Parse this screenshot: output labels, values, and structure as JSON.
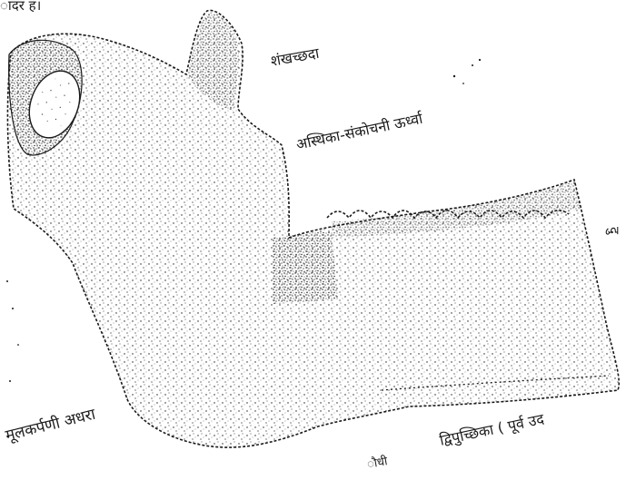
{
  "labels": {
    "top_fragment": "ादर ह।",
    "temporalis": "शंखच्छदा",
    "masseter_upper": "अस्थिका-संकोचनी ऊर्ध्वा",
    "sternomastoid_lower": "मूलकर्पणी अधरा",
    "digastric": "द्विपुच्छिका ( पूर्व उद",
    "bottom_fragment": "ौधी",
    "right_fragment": "दु"
  },
  "colors": {
    "ink": "#1a1a1a",
    "paper": "#ffffff"
  }
}
